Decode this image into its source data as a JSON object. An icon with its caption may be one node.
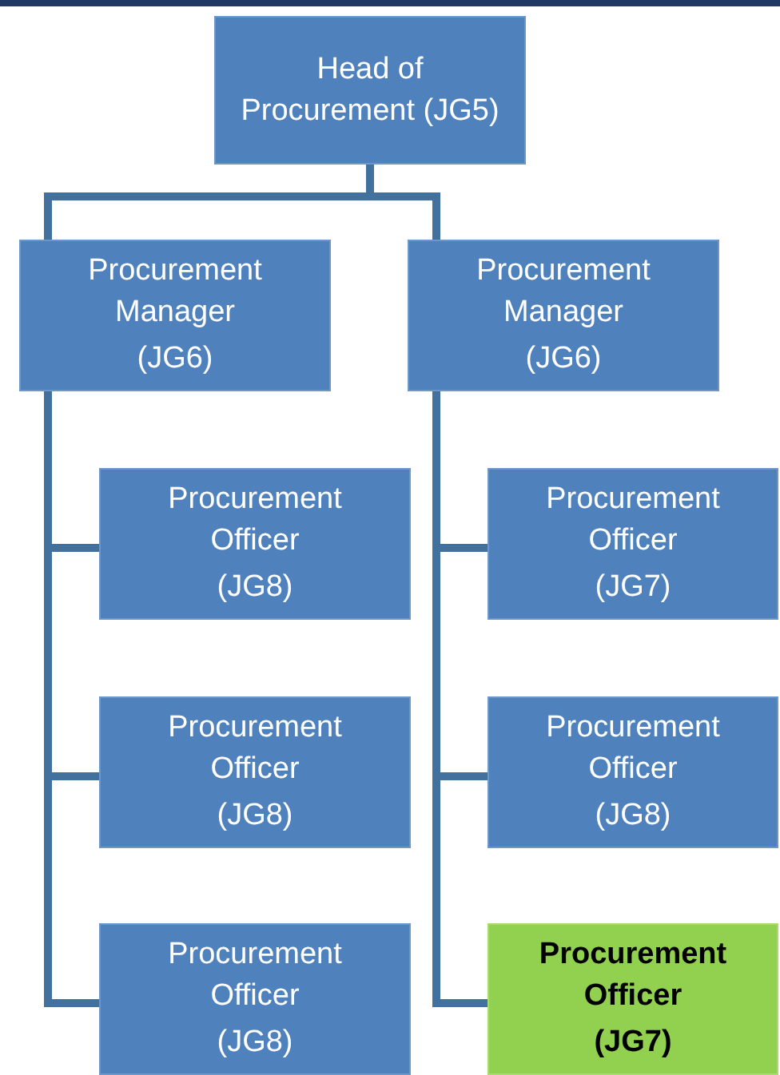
{
  "diagram": {
    "nodes": [
      {
        "text": [
          "Head of Procurement (JG5)"
        ]
      },
      {
        "text": [
          "Procurement Manager",
          "(JG6)"
        ]
      },
      {
        "text": [
          "Procurement Manager",
          "(JG6)"
        ]
      },
      {
        "text": [
          "Procurement Officer",
          "(JG8)"
        ]
      },
      {
        "text": [
          "Procurement Officer",
          "(JG7)"
        ]
      },
      {
        "text": [
          "Procurement Officer",
          "(JG8)"
        ]
      },
      {
        "text": [
          "Procurement Officer",
          "(JG8)"
        ]
      },
      {
        "text": [
          "Procurement Officer",
          "(JG8)"
        ]
      },
      {
        "text": [
          "Procurement Officer",
          "(JG7)"
        ]
      }
    ],
    "edges": [
      {
        "from": 0,
        "to": 1,
        "arrow": "none"
      },
      {
        "from": 0,
        "to": 2,
        "arrow": "none"
      },
      {
        "from": 1,
        "to": 3,
        "arrow": "none"
      },
      {
        "from": 1,
        "to": 5,
        "arrow": "none"
      },
      {
        "from": 1,
        "to": 7,
        "arrow": "none"
      },
      {
        "from": 2,
        "to": 4,
        "arrow": "none"
      },
      {
        "from": 2,
        "to": 6,
        "arrow": "none"
      },
      {
        "from": 2,
        "to": 8,
        "arrow": "none"
      }
    ]
  }
}
